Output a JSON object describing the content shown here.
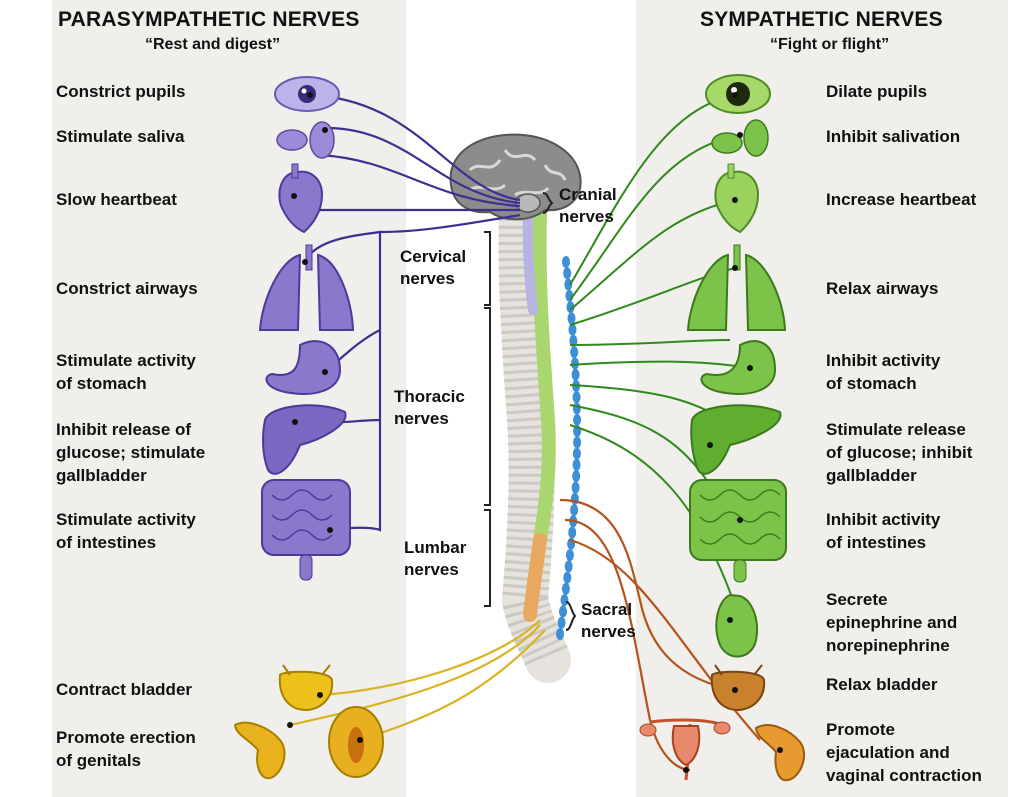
{
  "parasympathetic": {
    "title": "PARASYMPATHETIC NERVES",
    "subtitle": "“Rest and digest”",
    "labels": [
      "Constrict pupils",
      "Stimulate saliva",
      "Slow heartbeat",
      "Constrict airways",
      "Stimulate activity\nof stomach",
      "Inhibit release of\nglucose; stimulate\ngallbladder",
      "Stimulate activity\nof intestines",
      "Contract bladder",
      "Promote erection\nof genitals"
    ]
  },
  "sympathetic": {
    "title": "SYMPATHETIC NERVES",
    "subtitle": "“Fight or flight”",
    "labels": [
      "Dilate pupils",
      "Inhibit salivation",
      "Increase heartbeat",
      "Relax airways",
      "Inhibit activity\nof stomach",
      "Stimulate release\nof glucose; inhibit\ngallbladder",
      "Inhibit activity\nof intestines",
      "Secrete\nepinephrine and\nnorepinephrine",
      "Relax bladder",
      "Promote\nejaculation and\nvaginal contraction"
    ]
  },
  "nerve_groups": {
    "cranial": "Cranial\nnerves",
    "cervical": "Cervical\nnerves",
    "thoracic": "Thoracic\nnerves",
    "lumbar": "Lumbar\nnerves",
    "sacral": "Sacral\nnerves"
  },
  "colors": {
    "parasympathetic_nerve": "#3f2e8f",
    "parasympathetic_organ": "#8a78cc",
    "sympathetic_nerve": "#2f8a1c",
    "sympathetic_organ": "#7cc34a",
    "sacral_nerve_parasympathetic": "#d9b322",
    "sacral_nerve_sympathetic": "#b5531b",
    "sympathetic_chain": "#3d8fd6",
    "panel_background": "#f1efeb"
  }
}
